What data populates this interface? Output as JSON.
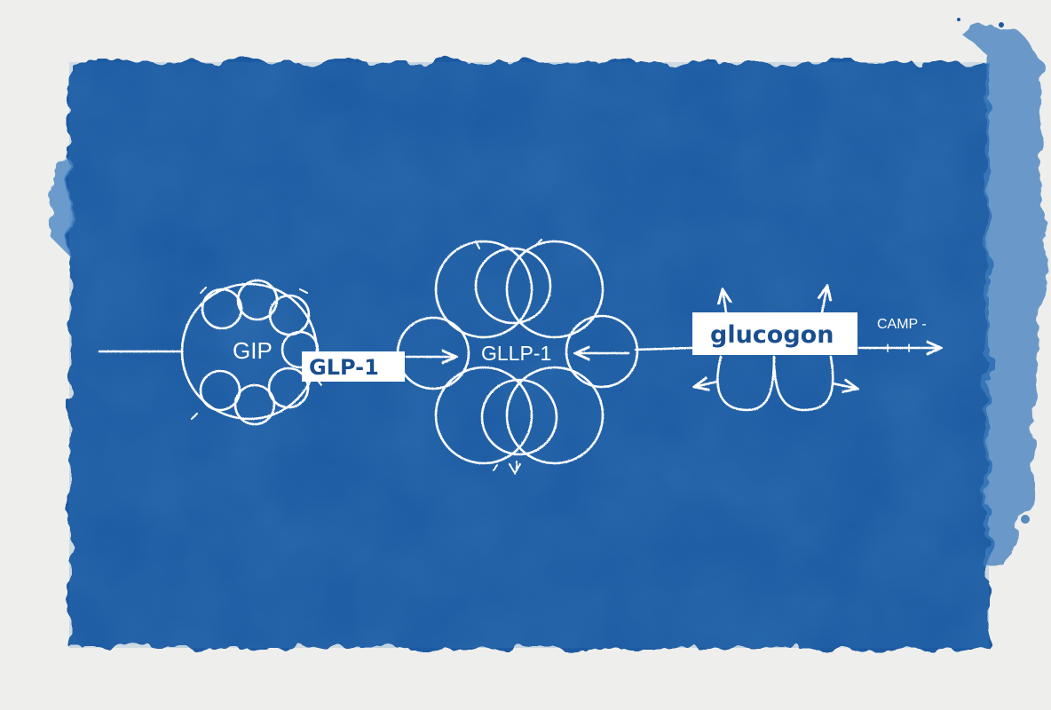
{
  "colors": {
    "paper": "#eeeeec",
    "cyan_blue": "#1a5aa2",
    "cyan_blue_dark": "#154a8c",
    "chalk": "#ffffff",
    "box_text": "#1a4f8f"
  },
  "diagram": {
    "gip_label": "GIP",
    "glp1_box_label": "GLP-1",
    "glp1_center_label": "GLLP-1",
    "glucagon_label": "glucogon",
    "camp_label": "CAMP -"
  }
}
